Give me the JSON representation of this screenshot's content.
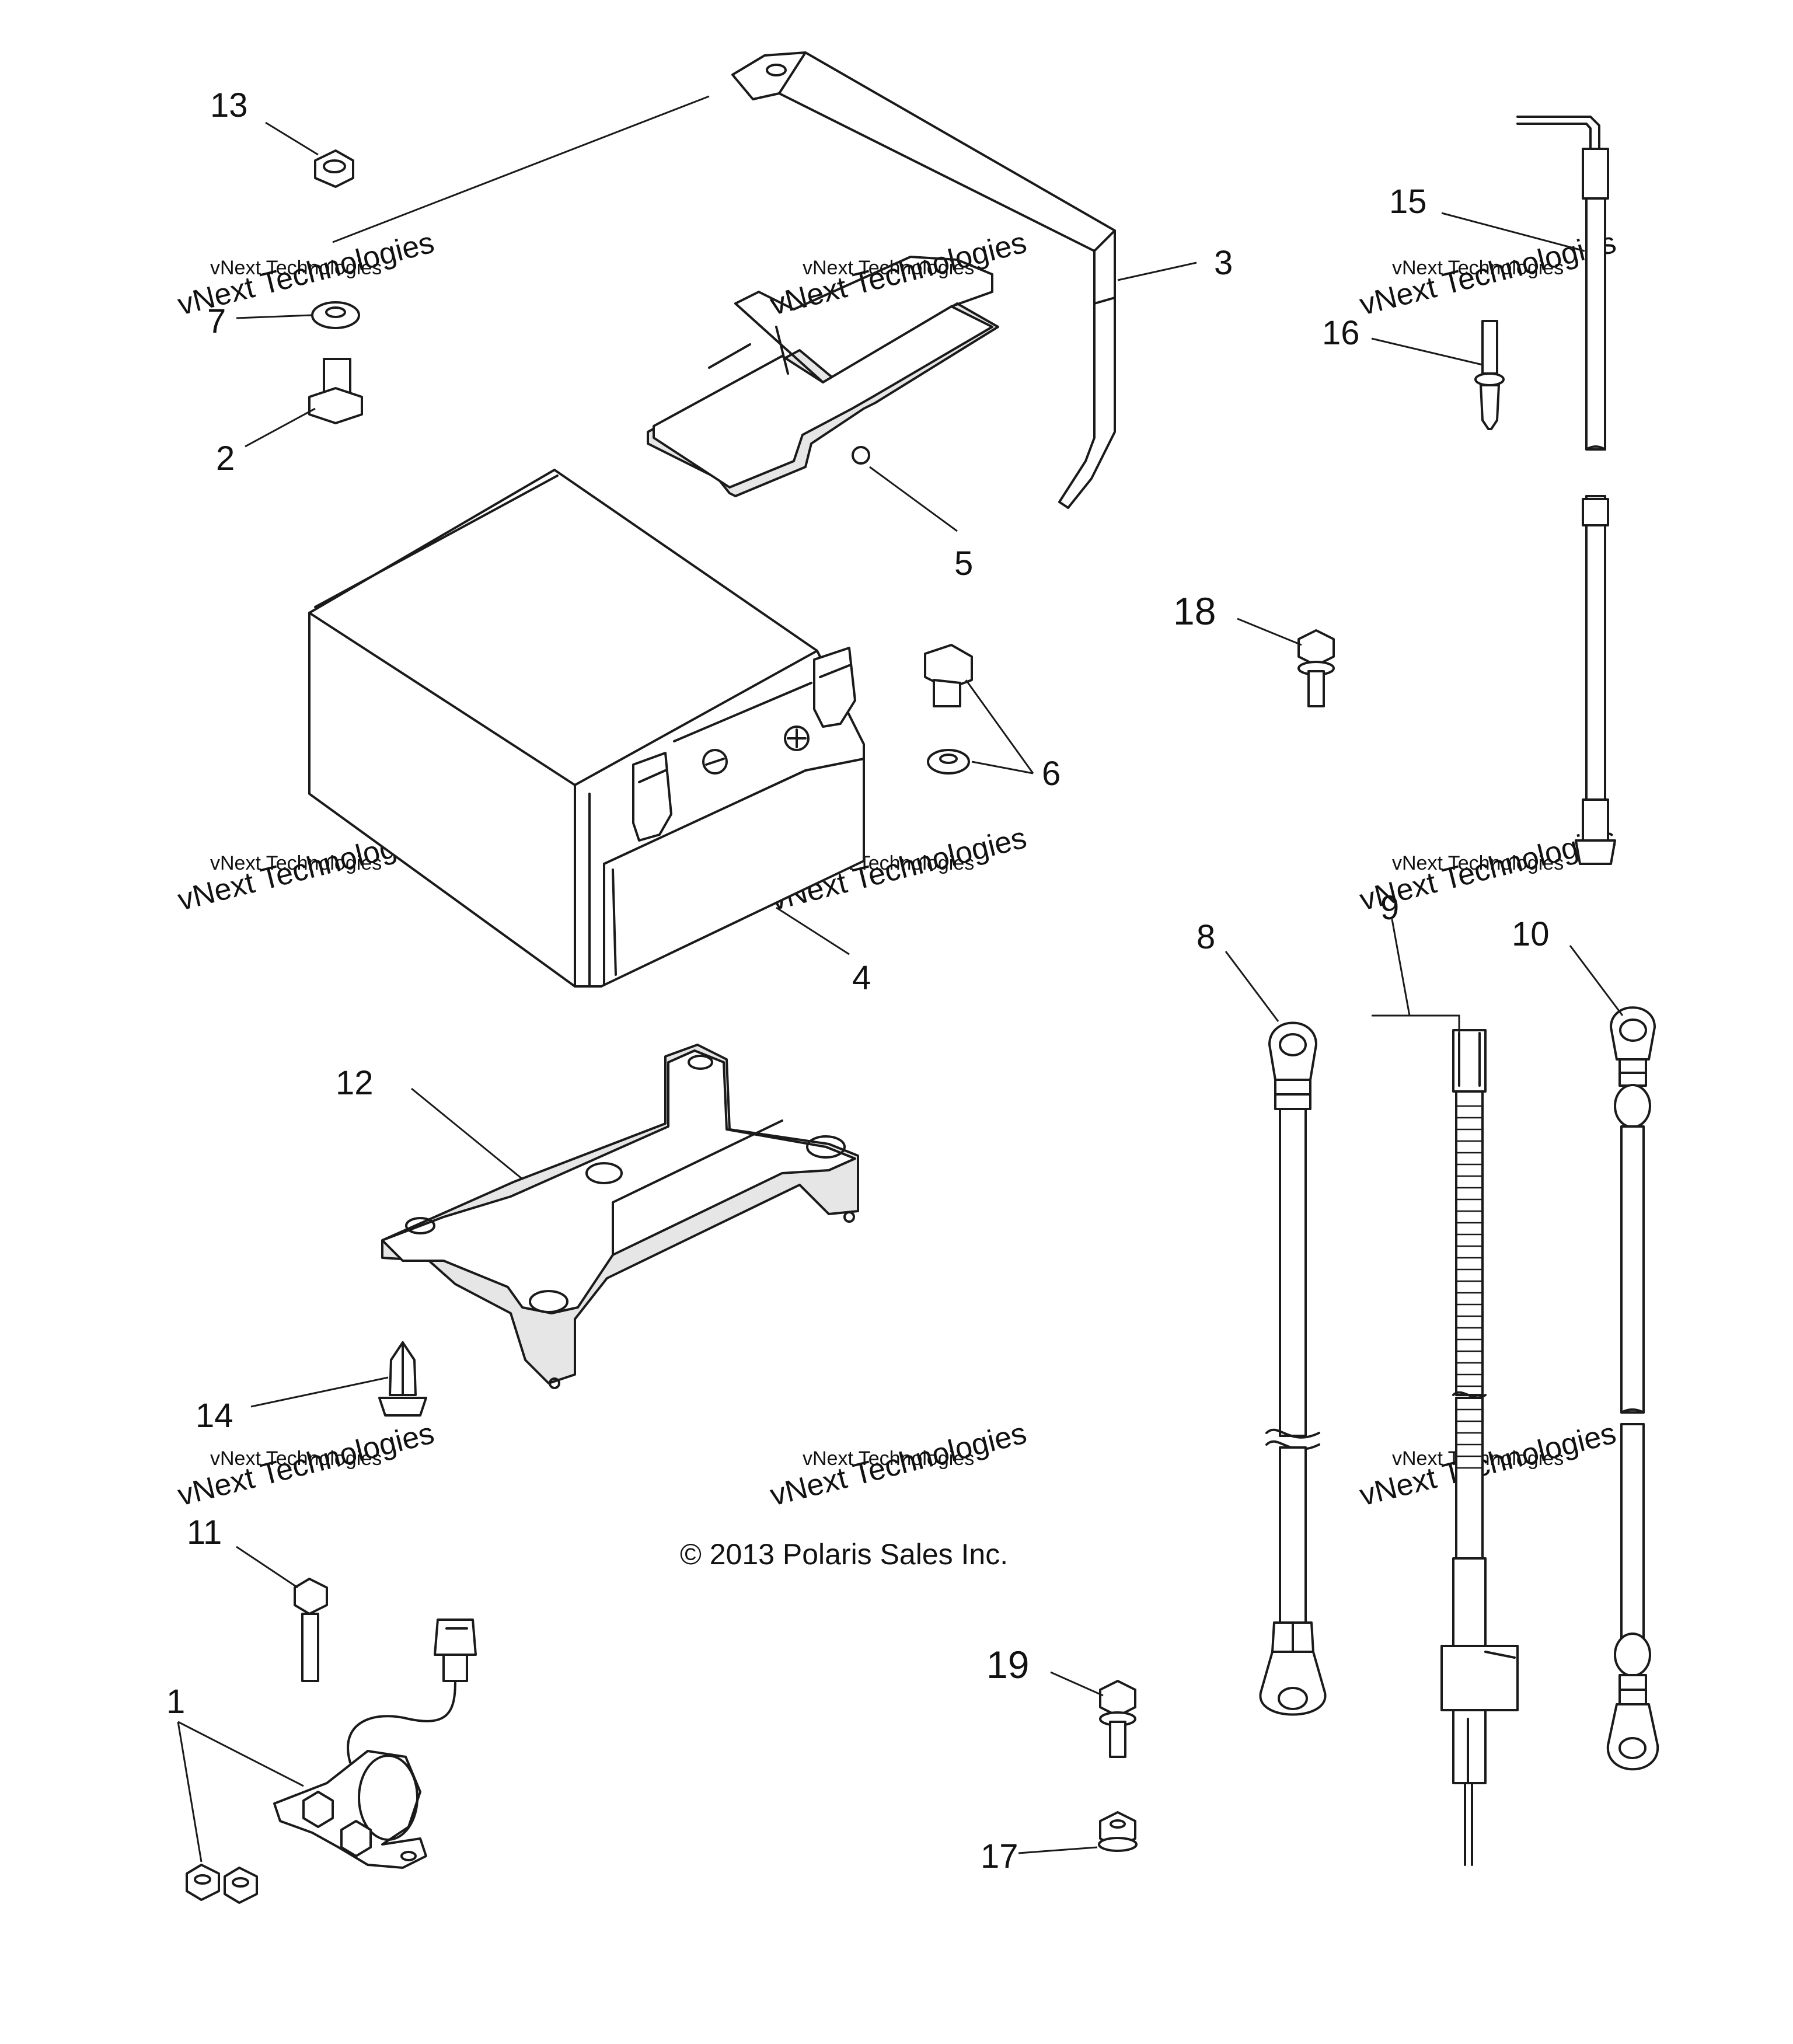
{
  "callouts": {
    "p1": "1",
    "p2": "2",
    "p3": "3",
    "p4": "4",
    "p5": "5",
    "p6": "6",
    "p7": "7",
    "p8": "8",
    "p9": "9",
    "p10": "10",
    "p11": "11",
    "p12": "12",
    "p13": "13",
    "p14": "14",
    "p15": "15",
    "p16": "16",
    "p17": "17",
    "p18": "18",
    "p19": "19"
  },
  "watermark": {
    "line1": "vNext Technologies",
    "line2": "vNext Technologies"
  },
  "copyright": "© 2013 Polaris Sales Inc."
}
